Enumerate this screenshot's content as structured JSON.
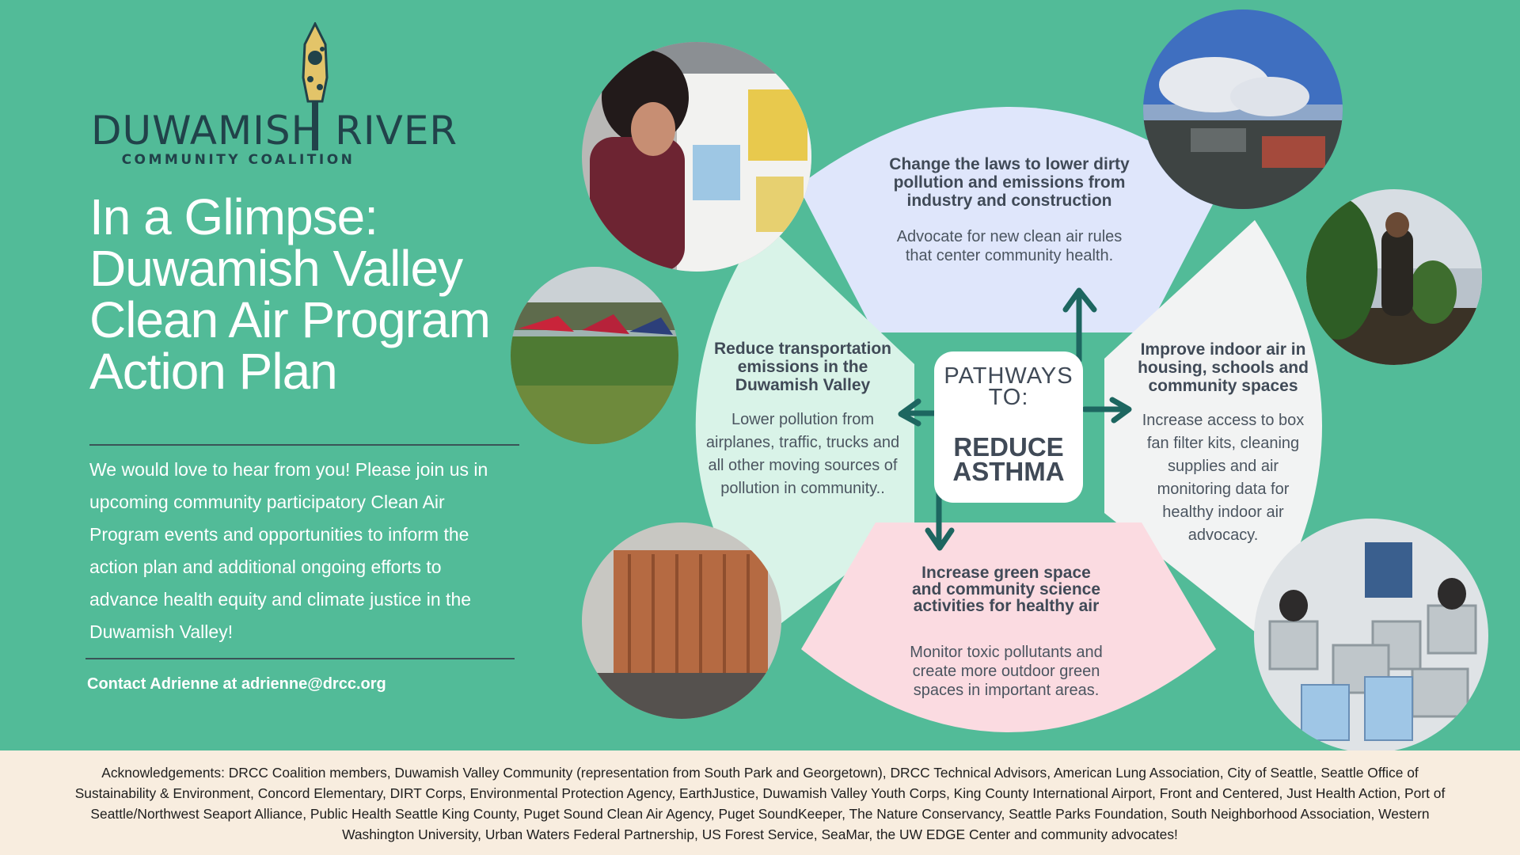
{
  "logo": {
    "name": "DUWAMISH RIVER",
    "subtitle": "COMMUNITY COALITION"
  },
  "title_lines": [
    "In a Glimpse:",
    "Duwamish Valley",
    "Clean Air Program",
    "Action Plan"
  ],
  "intro_lines": [
    "We would love to hear from you! Please join us in",
    "upcoming community participatory Clean Air",
    "Program events and opportunities to inform the",
    "action plan and additional ongoing efforts to",
    "advance health equity and climate justice in the",
    "Duwamish Valley!"
  ],
  "contact": "Contact Adrienne at adrienne@drcc.org",
  "center": {
    "pre": [
      "PATHWAYS",
      "TO:"
    ],
    "main": [
      "REDUCE",
      "ASTHMA"
    ]
  },
  "pathways": {
    "top": {
      "heading": [
        "Change the laws to lower dirty",
        "pollution and emissions from",
        "industry and construction"
      ],
      "body": [
        "Advocate for new clean air rules",
        "that center community health."
      ]
    },
    "left": {
      "heading": [
        "Reduce transportation",
        "emissions in the",
        "Duwamish Valley"
      ],
      "body": [
        "Lower pollution from",
        "airplanes, traffic, trucks and",
        "all other moving sources of",
        "pollution in community.."
      ]
    },
    "right": {
      "heading": [
        "Improve indoor air in",
        "housing, schools and",
        "community spaces"
      ],
      "body": [
        "Increase access to box",
        "fan filter kits, cleaning",
        "supplies and air",
        "monitoring data for",
        "healthy indoor air",
        "advocacy."
      ]
    },
    "bottom": {
      "heading": [
        "Increase green space",
        "and community science",
        "activities for healthy air"
      ],
      "body": [
        "Monitor toxic pollutants and",
        "create more outdoor green",
        "spaces in important areas."
      ]
    }
  },
  "acknowledgements": [
    "Acknowledgements: DRCC Coalition members, Duwamish Valley Community (representation from South Park and Georgetown), DRCC Technical Advisors, American Lung Association, City of Seattle, Seattle Office of",
    "Sustainability & Environment, Concord Elementary, DIRT Corps, Environmental Protection Agency, EarthJustice, Duwamish Valley Youth Corps, King County International Airport, Front and Centered, Just Health Action, Port of",
    "Seattle/Northwest Seaport Alliance, Public Health Seattle King County, Puget Sound Clean Air Agency, Puget SoundKeeper, The Nature Conservancy, Seattle Parks Foundation, South Neighborhood Association, Western",
    "Washington University, Urban Waters Federal Partnership, US Forest Service, SeaMar, the UW EDGE Center and community advocates!"
  ],
  "colors": {
    "background": "#52bb98",
    "petal_top": "#dfe6fb",
    "petal_left": "#d9f3e8",
    "petal_right": "#f2f3f3",
    "petal_bottom": "#fbdbe1",
    "arrow": "#1d6660",
    "ack_background": "#f8eddf"
  }
}
